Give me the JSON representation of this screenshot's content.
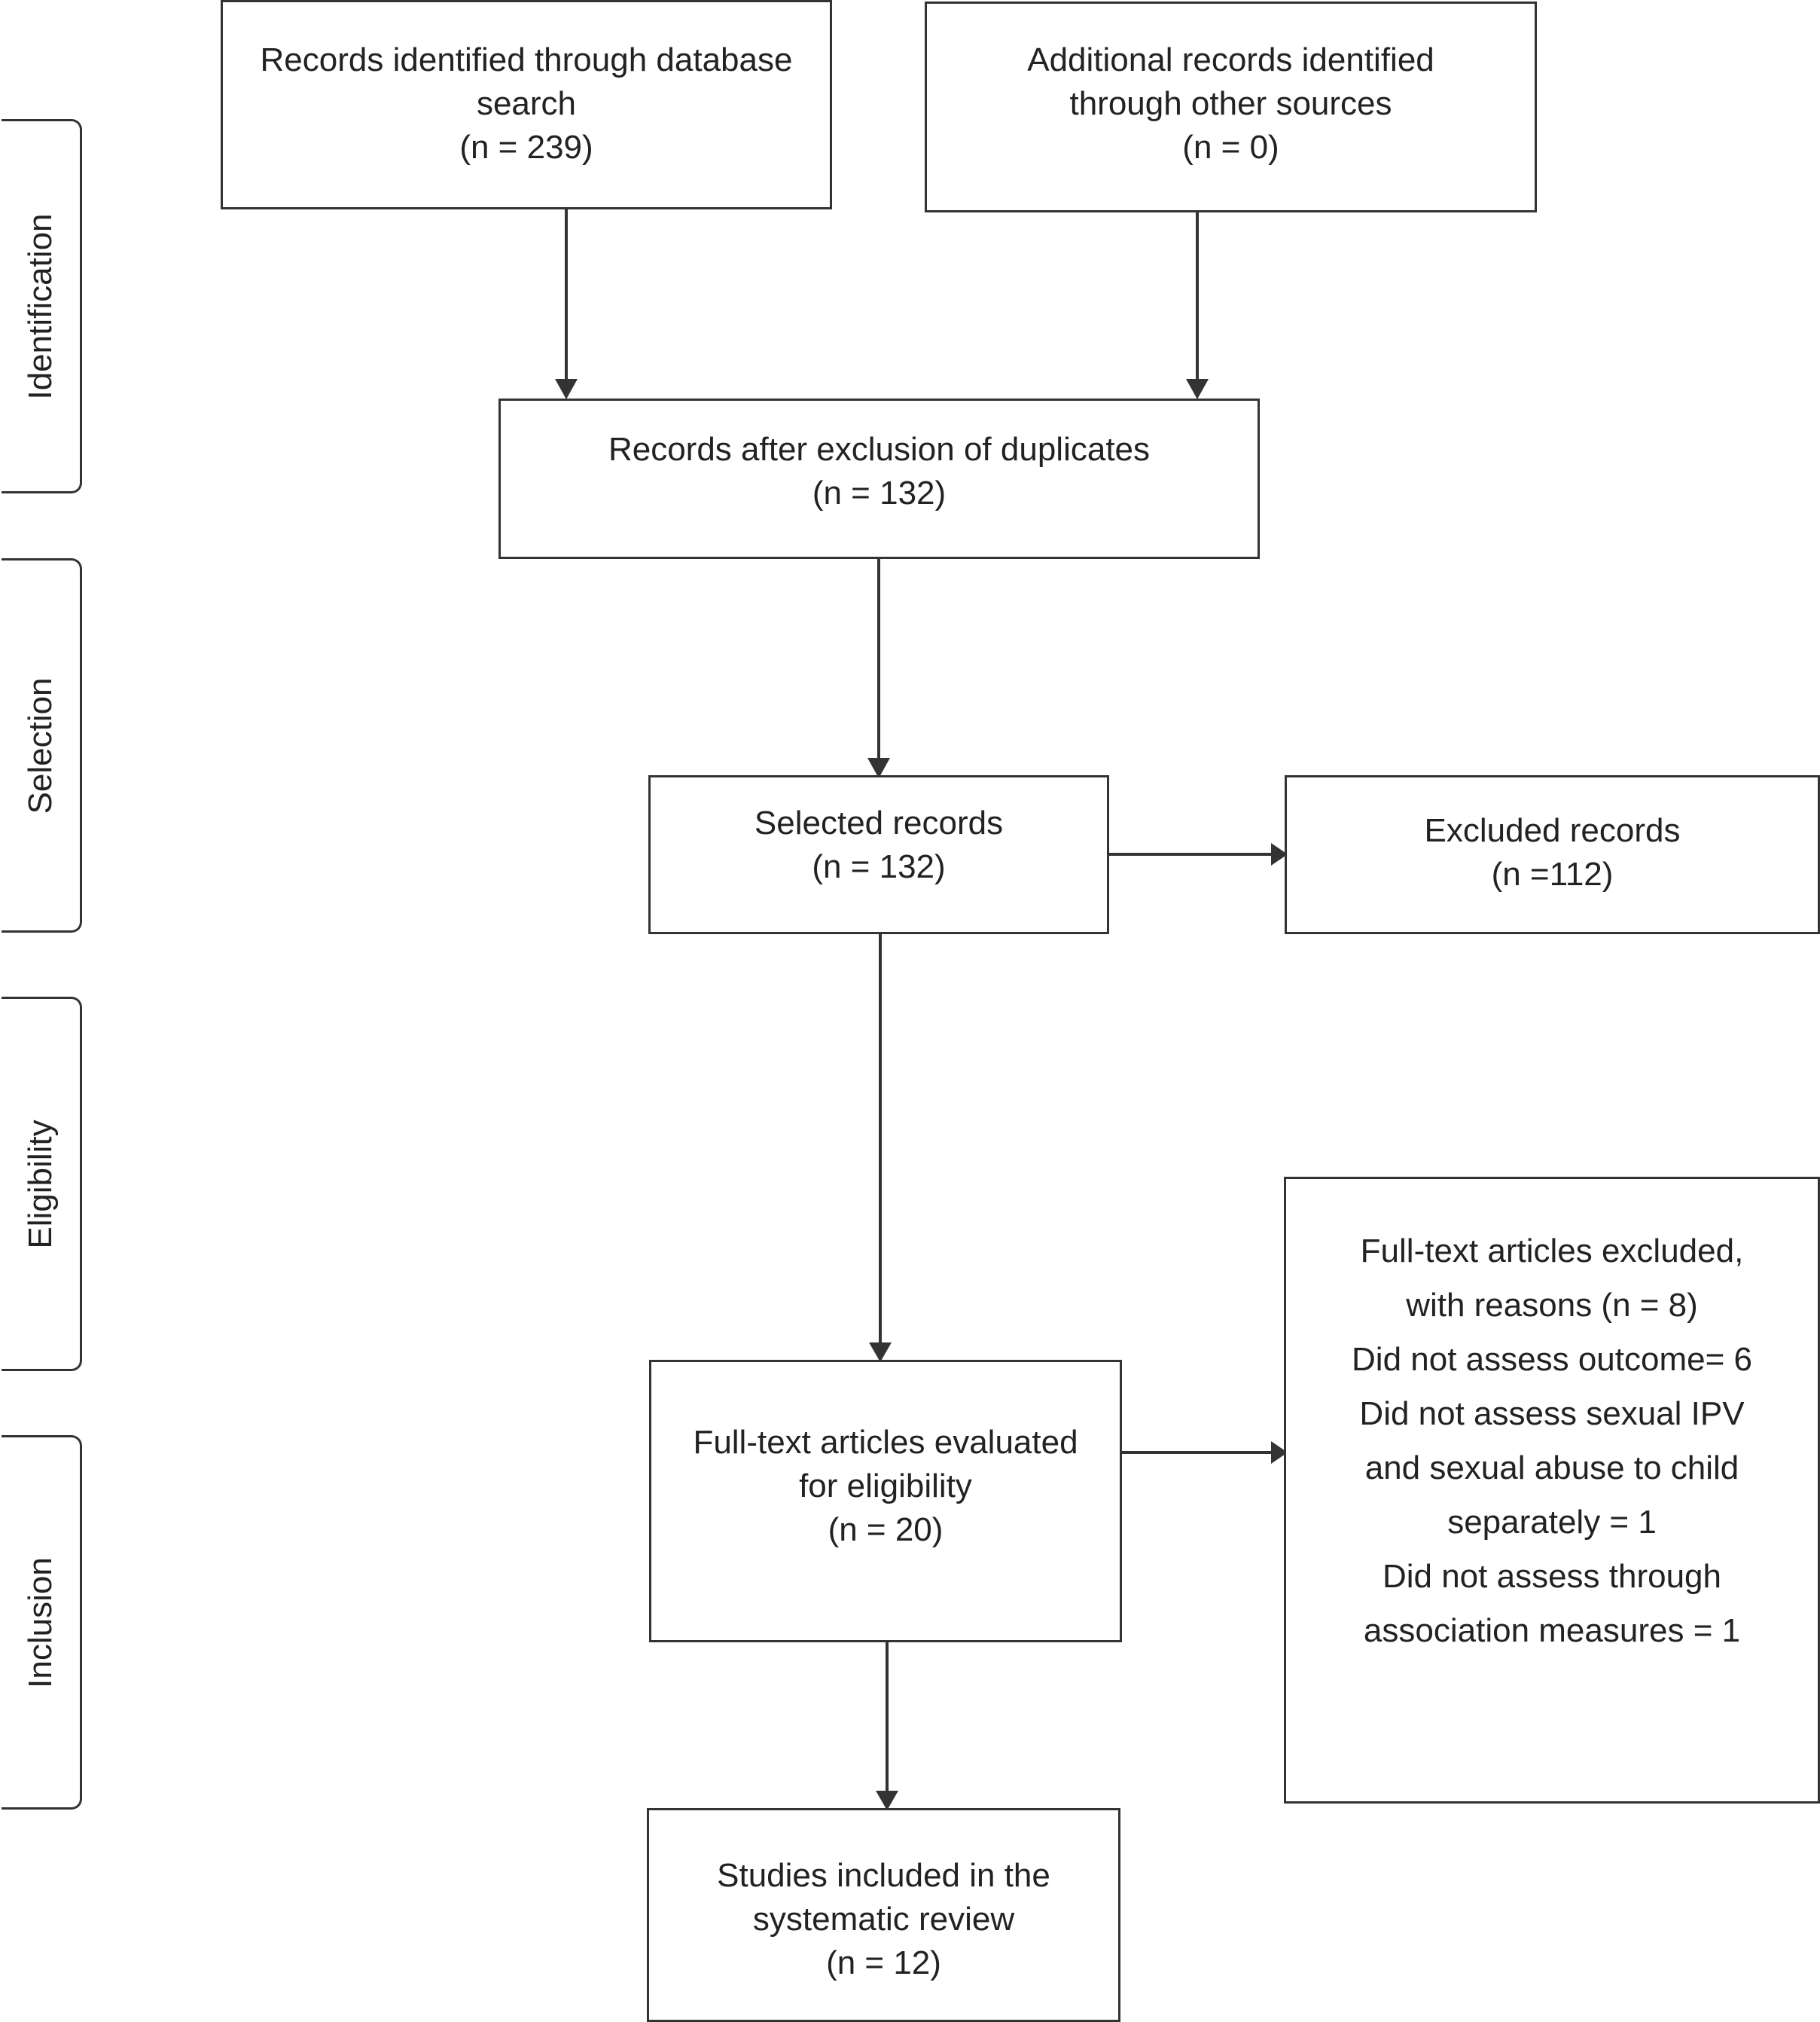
{
  "stages": [
    {
      "id": "identification",
      "label": "Identification"
    },
    {
      "id": "selection",
      "label": "Selection"
    },
    {
      "id": "eligibility",
      "label": "Eligibility"
    },
    {
      "id": "inclusion",
      "label": "Inclusion"
    }
  ],
  "boxes": {
    "database_search": {
      "line1": "Records identified through database",
      "line2": "search",
      "count": "(n = 239)"
    },
    "other_sources": {
      "line1": "Additional records identified",
      "line2": "through other sources",
      "count": "(n = 0)"
    },
    "after_duplicates": {
      "line1": "Records after exclusion of duplicates",
      "count": "(n = 132)"
    },
    "selected": {
      "line1": "Selected records",
      "count": "(n = 132)"
    },
    "excluded": {
      "line1": "Excluded records",
      "count": "(n =112)"
    },
    "full_text_evaluated": {
      "line1": "Full-text articles evaluated",
      "line2": "for eligibility",
      "count": "(n = 20)"
    },
    "full_text_excluded": {
      "lines": [
        "Full-text articles excluded,",
        "with reasons (n = 8)",
        "Did not assess outcome= 6",
        "Did not assess sexual IPV",
        "and sexual abuse to child",
        "separately = 1",
        "Did not assess through",
        "association measures = 1"
      ]
    },
    "included": {
      "line1": "Studies included in the",
      "line2": "systematic review",
      "count": "(n = 12)"
    }
  }
}
